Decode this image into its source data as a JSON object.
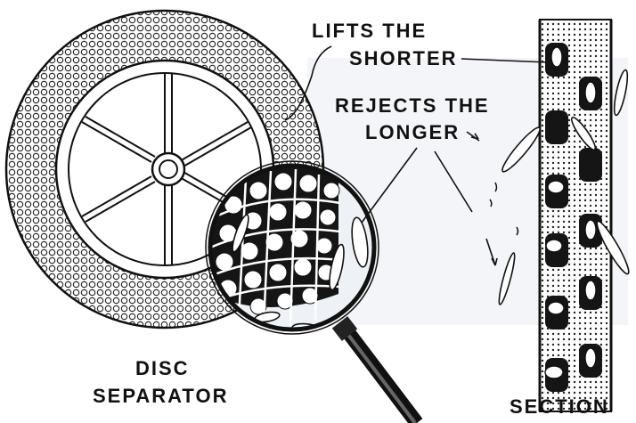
{
  "labels": {
    "lifts_line1": "LIFTS THE",
    "lifts_line2": "SHORTER",
    "rejects_line1": "REJECTS THE",
    "rejects_line2": "LONGER",
    "disc_line1": "DISC",
    "disc_line2": "SEPARATOR",
    "section": "SECTION"
  },
  "colors": {
    "ink": "#111111",
    "paper": "#ffffff",
    "lens_tint": "#e9eef3",
    "background_shadow": "#dfe4ea"
  }
}
